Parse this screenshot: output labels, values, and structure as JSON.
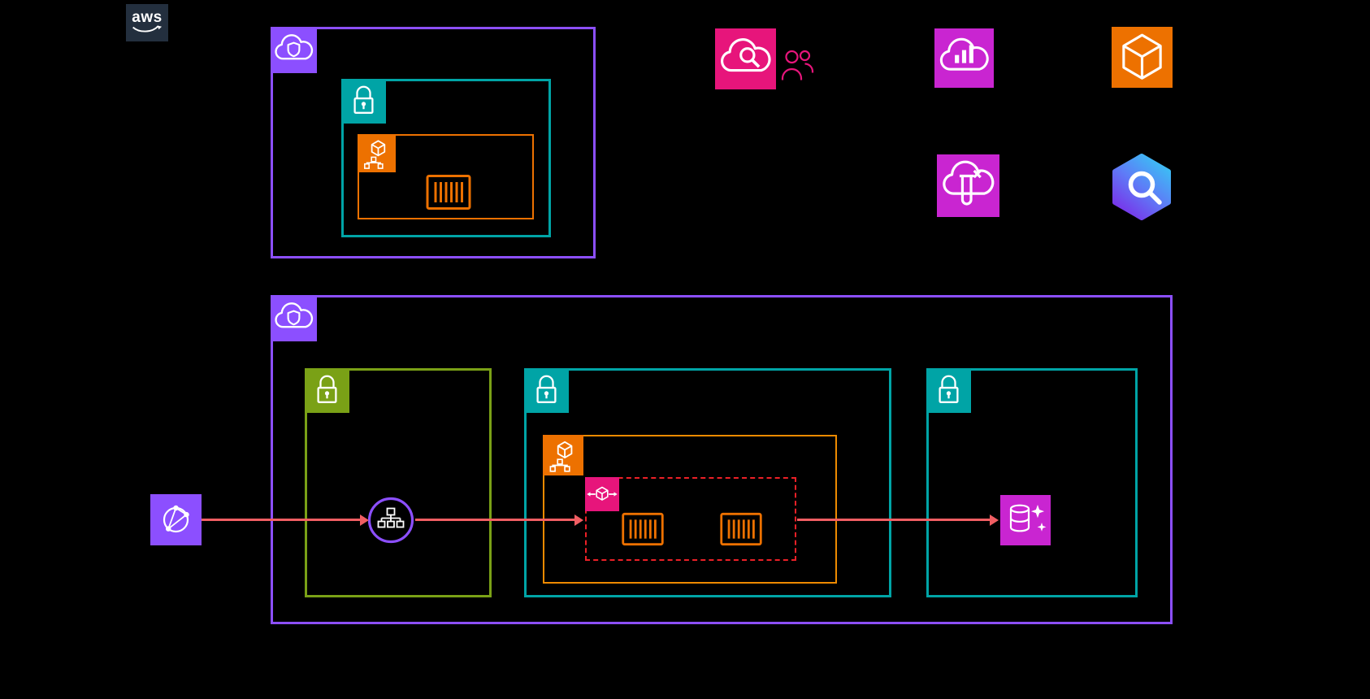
{
  "logo": {
    "text": "aws"
  },
  "colors": {
    "background": "#000000",
    "logo_bg": "#232F3E",
    "vpc": "#8C4FFF",
    "private_subnet": "#00A4A6",
    "public_subnet": "#7AA116",
    "compute": "#ED7100",
    "container_group": "#EE8A00",
    "management_pink": "#E7157B",
    "magenta": "#C925D1",
    "arrow": "#F15E63",
    "dashed_group": "#EC2027",
    "q_start": "#38C6F4",
    "q_mid": "#5E7CF7",
    "q_end": "#7B2CE8"
  },
  "icons": {
    "vpc": "cloud-with-shield",
    "private_subnet": "teal-lock",
    "public_subnet": "green-lock",
    "ecs_service": "cube-over-network",
    "container": "orange-container",
    "cloud_search": "cloud-with-magnifier",
    "users": "two-users",
    "cloud_chart": "cloud-with-bar-chart",
    "container_registry": "hexagon-cube",
    "fault_injection": "cloud-with-x-and-test-tube",
    "q_badge": "gradient-hexagon-ring",
    "load_balancer": "purple-circle-network-tree",
    "auto_scaling": "cube-with-arrows",
    "database": "cylinder-with-sparkles",
    "internet": "globe-with-nodes"
  }
}
